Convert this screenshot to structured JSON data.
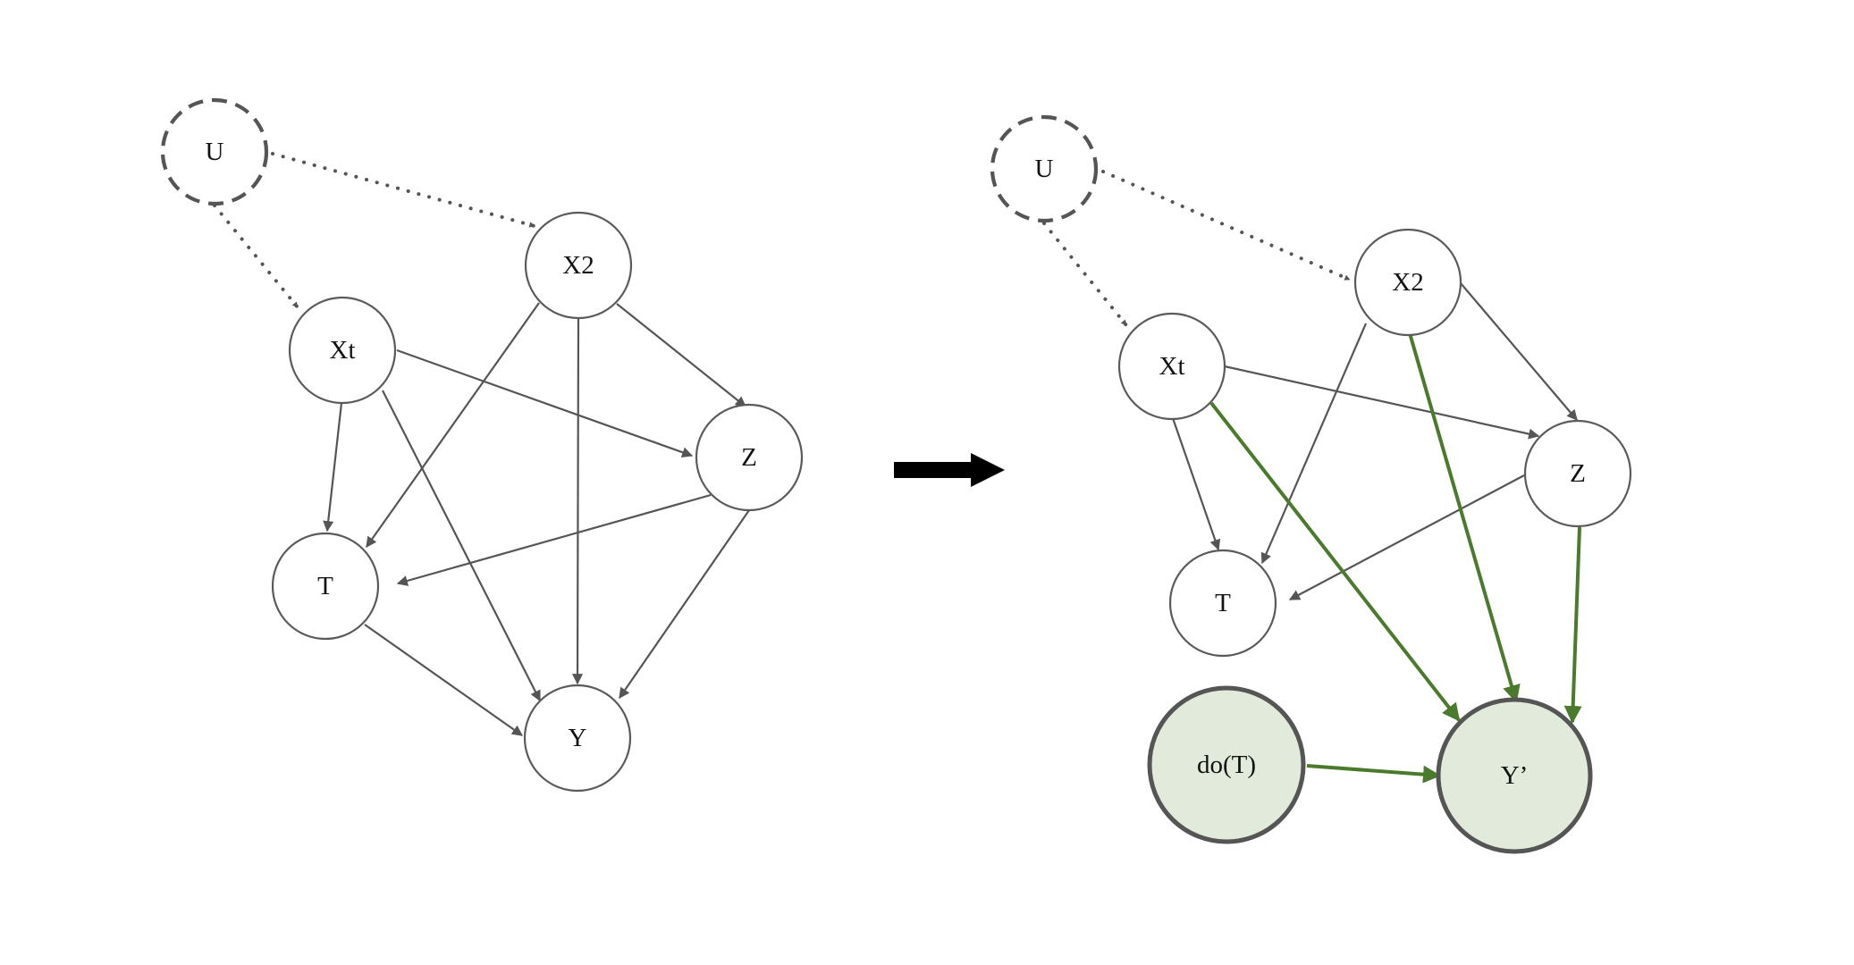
{
  "colors": {
    "edge": "#555555",
    "highlight_edge": "#4a7a2c",
    "highlight_node_fill": "#e1eadb",
    "node_stroke": "#5a5a5a",
    "transform_arrow": "#000000"
  },
  "left_graph": {
    "nodes": {
      "U": "U",
      "X2": "X2",
      "Xt": "Xt",
      "Z": "Z",
      "T": "T",
      "Y": "Y"
    }
  },
  "right_graph": {
    "nodes": {
      "U": "U",
      "X2": "X2",
      "Xt": "Xt",
      "Z": "Z",
      "T": "T",
      "doT": "do(T)",
      "Yp": "Y’"
    }
  }
}
